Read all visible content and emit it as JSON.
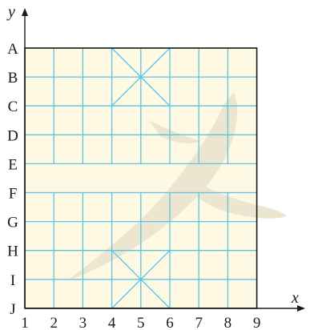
{
  "axes": {
    "x_name": "x",
    "y_name": "y",
    "x_ticks": [
      "1",
      "2",
      "3",
      "4",
      "5",
      "6",
      "7",
      "8",
      "9"
    ],
    "y_ticks": [
      "A",
      "B",
      "C",
      "D",
      "E",
      "F",
      "G",
      "H",
      "I",
      "J"
    ]
  },
  "board": {
    "columns": 9,
    "rows": 10,
    "river_between_rows": [
      "E",
      "F"
    ],
    "palaces": [
      {
        "name": "top-palace",
        "cols": [
          4,
          6
        ],
        "rows": [
          "A",
          "C"
        ]
      },
      {
        "name": "bottom-palace",
        "cols": [
          4,
          6
        ],
        "rows": [
          "H",
          "J"
        ]
      }
    ],
    "colors": {
      "background": "#fdf9e3",
      "grid_line": "#5cc2e8",
      "border": "#1a1a1a",
      "watermark": "#ece6d0"
    }
  }
}
